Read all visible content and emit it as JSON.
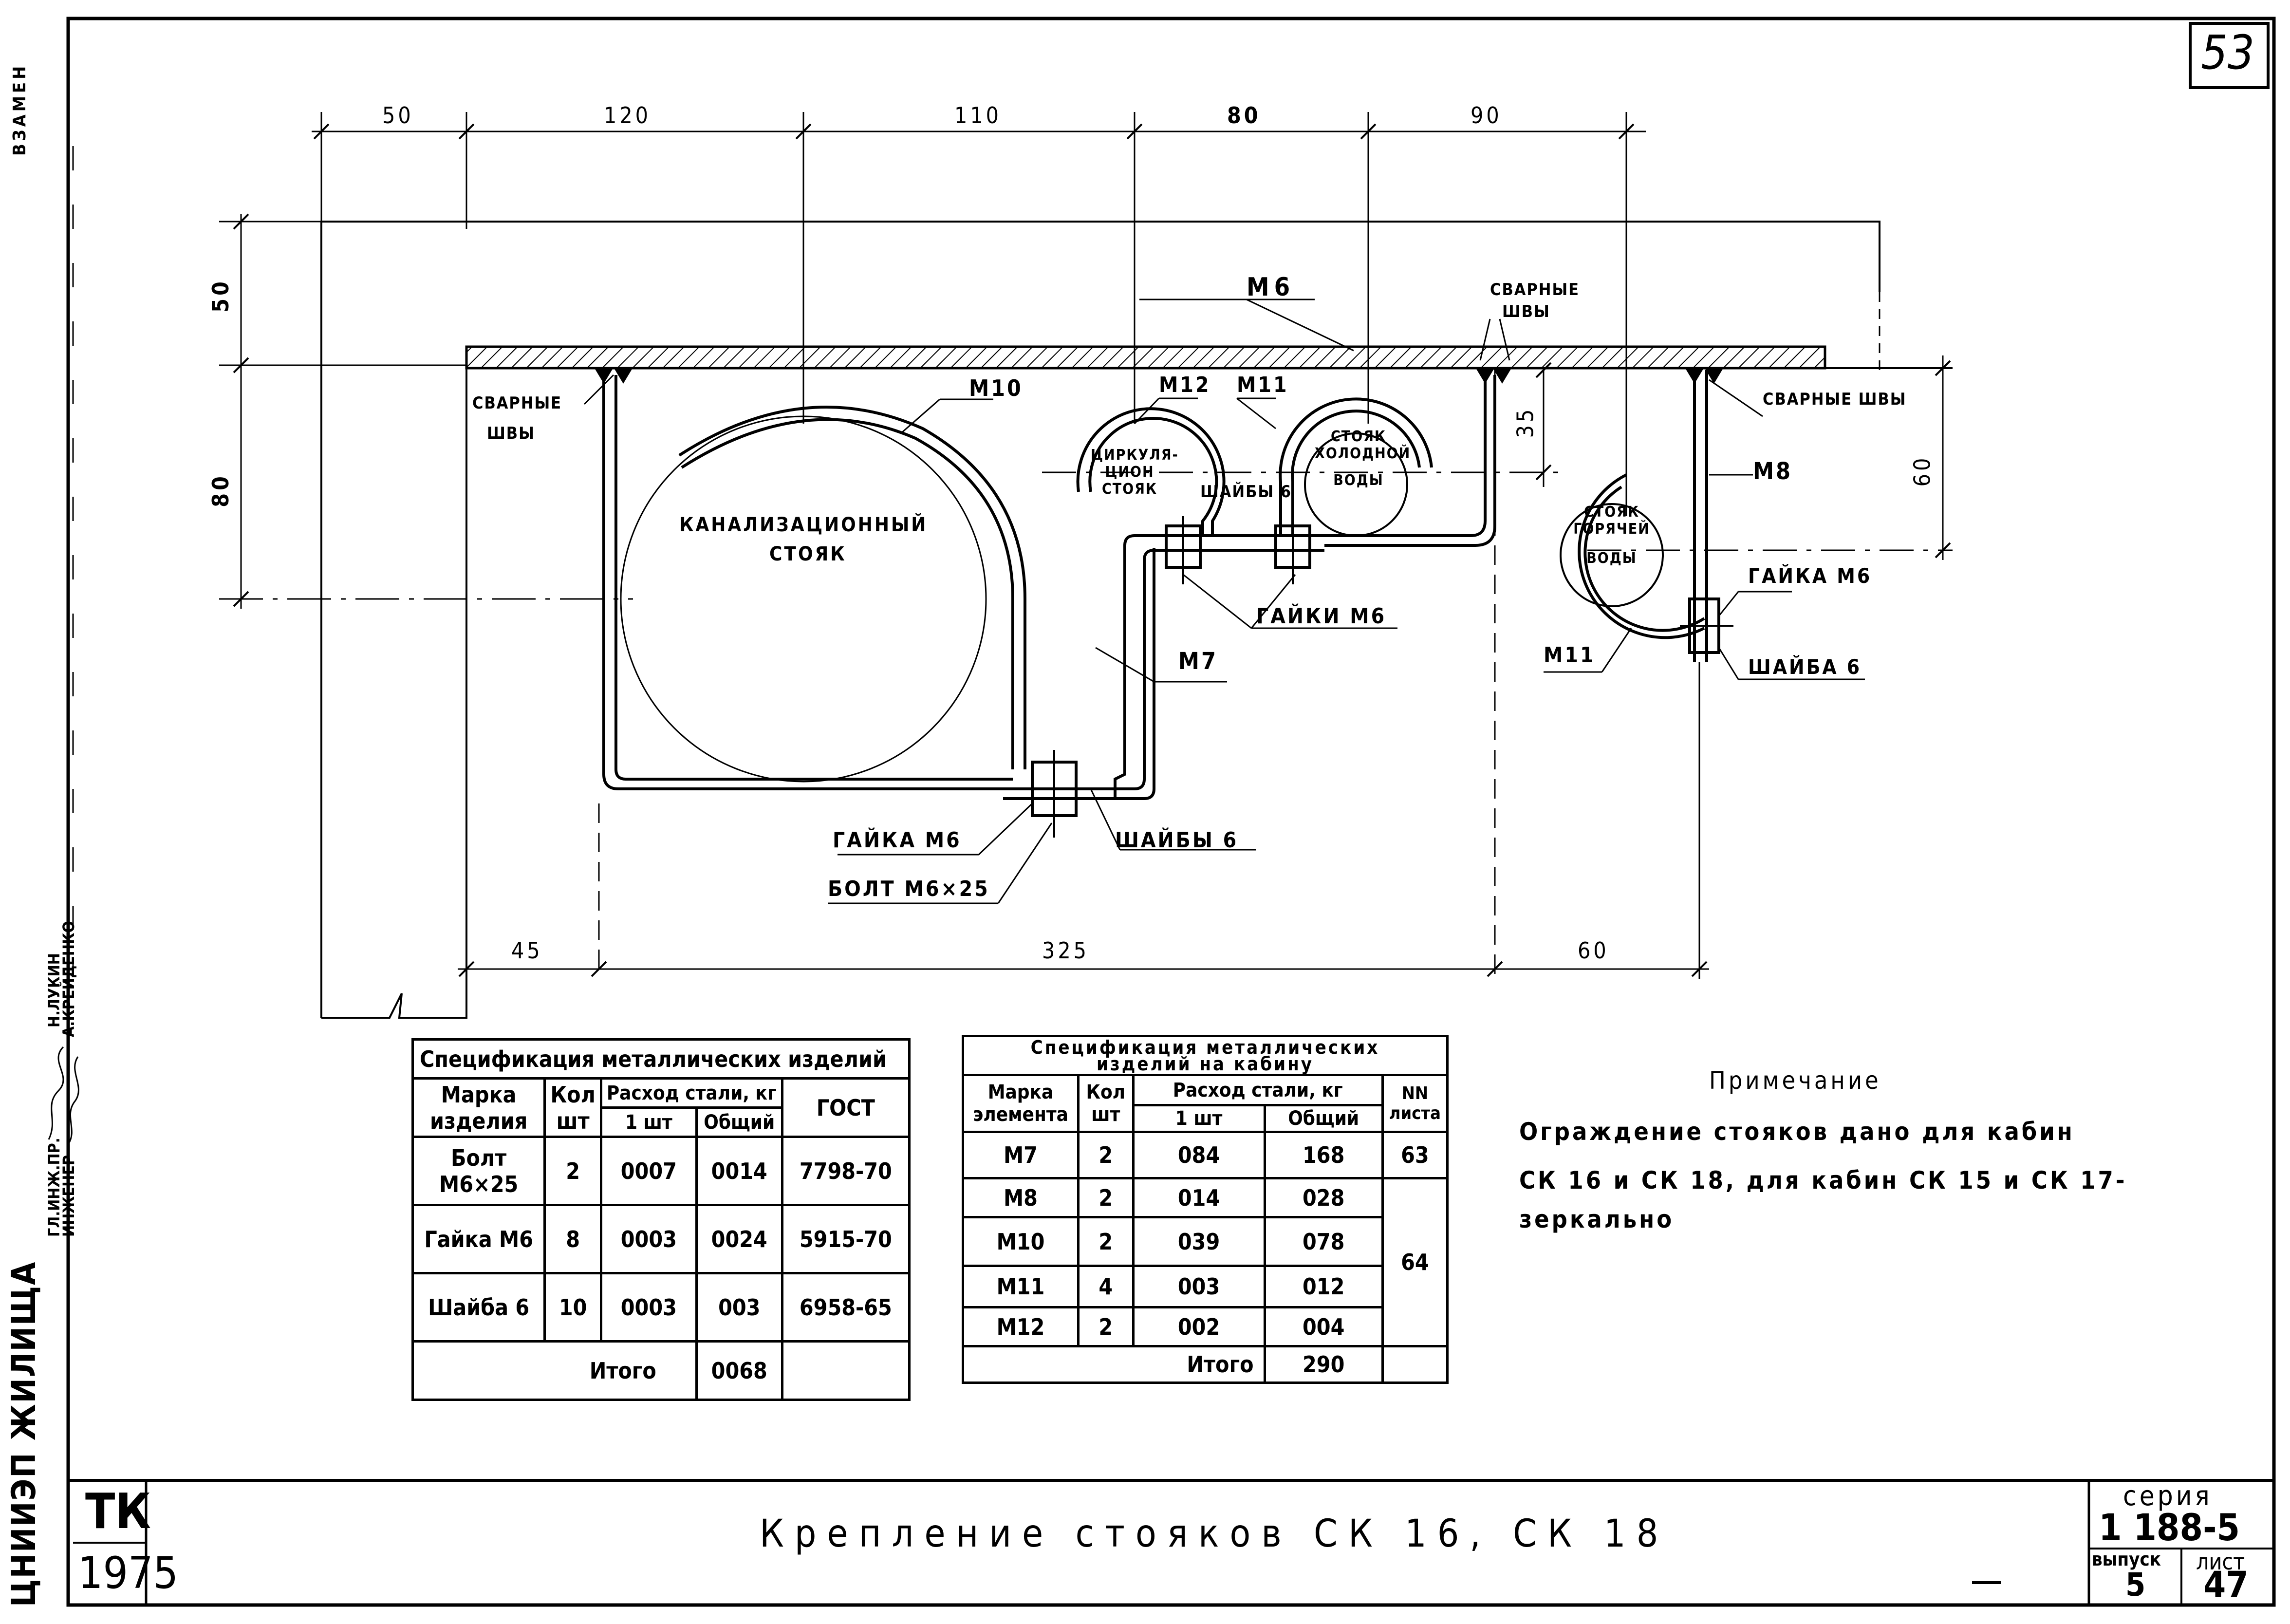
{
  "sheet_number": "53",
  "side_stamps": {
    "vzamen": "ВЗАМЕН",
    "org": "ЦНИИЭП ЖИЛИЩА",
    "role_1": "ГЛ.ИНЖ.ПР.",
    "role_2": "ИНЖЕНЕР",
    "name_1": "Н.ЛУКИН",
    "name_2": "А.КРЕЙДЕНКО"
  },
  "drawing": {
    "dims_top": [
      "50",
      "120",
      "110",
      "80",
      "90"
    ],
    "dims_bottom": [
      "45",
      "325",
      "60"
    ],
    "dims_left": [
      "50",
      "80"
    ],
    "dims_right": [
      "35",
      "60"
    ],
    "labels": {
      "m6": "М6",
      "m10": "М10",
      "m12": "М12",
      "m11_top": "М11",
      "m11_bottom": "М11",
      "m7": "М7",
      "m8": "М8",
      "weld_top_line1": "СВАРНЫЕ",
      "weld_top_line2": "ШВЫ",
      "weld_left_line1": "СВАРНЫЕ",
      "weld_left_line2": "ШВЫ",
      "weld_right": "СВАРНЫЕ ШВЫ",
      "sewer_line1": "КАНАЛИЗАЦИОННЫЙ",
      "sewer_line2": "СТОЯК",
      "circ_line1": "ЦИРКУЛЯ-",
      "circ_line2": "ЦИОН",
      "circ_line3": "СТОЯК",
      "cold_line1": "СТОЯК",
      "cold_line2": "ХОЛОДНОЙ",
      "cold_line3": "ВОДЫ",
      "hot_line1": "СТОЯК",
      "hot_line2": "ГОРЯЧЕЙ",
      "hot_line3": "ВОДЫ",
      "washers_top": "ШАЙБЫ 6",
      "nuts_m6": "ГАЙКИ М6",
      "nut_m6_right": "ГАЙКА М6",
      "washer_6_right": "ШАЙБА 6",
      "nut_m6_bottom": "ГАЙКА М6",
      "washers_bottom": "ШАЙБЫ 6",
      "bolt": "БОЛТ М6×25"
    }
  },
  "spec_table_1": {
    "title": "Спецификация металлических изделий",
    "headers": {
      "mark_1": "Марка",
      "mark_2": "изделия",
      "qty_1": "Кол",
      "qty_2": "шт",
      "steel": "Расход стали, кг",
      "one": "1 шт",
      "total": "Общий",
      "gost": "ГОСТ"
    },
    "rows": [
      {
        "mark": "Болт М6×25",
        "qty": "2",
        "one": "0007",
        "total": "0014",
        "gost": "7798-70"
      },
      {
        "mark": "Гайка М6",
        "qty": "8",
        "one": "0003",
        "total": "0024",
        "gost": "5915-70"
      },
      {
        "mark": "Шайба 6",
        "qty": "10",
        "one": "0003",
        "total": "003",
        "gost": "6958-65"
      }
    ],
    "total_label": "Итого",
    "total_value": "0068"
  },
  "spec_table_2": {
    "title_1": "Спецификация металлических",
    "title_2": "изделий на кабину",
    "headers": {
      "mark_1": "Марка",
      "mark_2": "элемента",
      "qty_1": "Кол",
      "qty_2": "шт",
      "steel": "Расход стали, кг",
      "one": "1 шт",
      "total": "Общий",
      "nn_1": "NN",
      "nn_2": "листа"
    },
    "rows": [
      {
        "mark": "М7",
        "qty": "2",
        "one": "084",
        "total": "168",
        "sheet": "63"
      },
      {
        "mark": "М8",
        "qty": "2",
        "one": "014",
        "total": "028",
        "sheet": ""
      },
      {
        "mark": "М10",
        "qty": "2",
        "one": "039",
        "total": "078",
        "sheet": "64"
      },
      {
        "mark": "М11",
        "qty": "4",
        "one": "003",
        "total": "012",
        "sheet": ""
      },
      {
        "mark": "М12",
        "qty": "2",
        "one": "002",
        "total": "004",
        "sheet": ""
      }
    ],
    "total_label": "Итого",
    "total_value": "290"
  },
  "note": {
    "title": "Примечание",
    "line_1": "Ограждение стояков дано для кабин",
    "line_2": "СК 16 и СК 18, для кабин СК 15 и СК 17-",
    "line_3": "зеркально"
  },
  "title_block": {
    "tk": "ТК",
    "year": "1975",
    "title": "Крепление стояков СК 16, СК 18",
    "series_label": "серия",
    "series_value": "1 188-5",
    "issue_label": "выпуск",
    "issue_value": "5",
    "sheet_label": "лист",
    "sheet_value": "47"
  }
}
